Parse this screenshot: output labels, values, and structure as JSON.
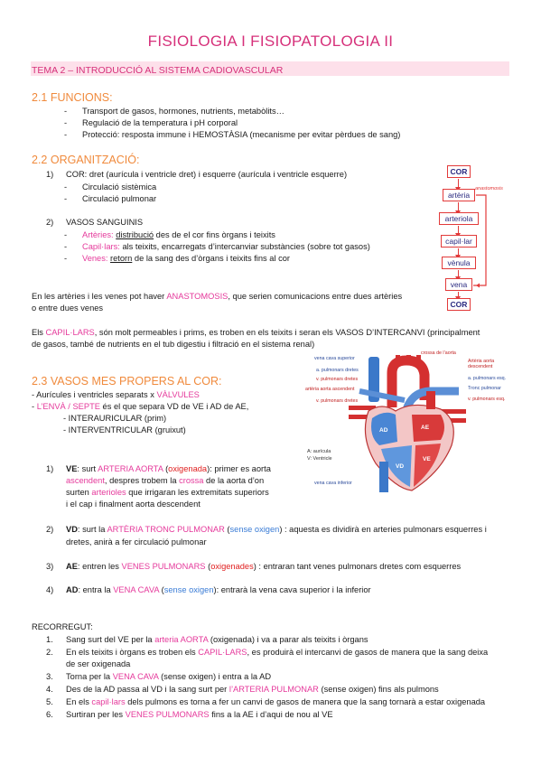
{
  "title": "FISIOLOGIA I FISIOPATOLOGIA II",
  "tema": "TEMA 2 – INTRODUCCIÓ AL SISTEMA CADIOVASCULAR",
  "s21": {
    "heading": "2.1 FUNCIONS:",
    "items": [
      "Transport de gasos, hormones, nutrients, metabòlits…",
      "Regulació de la temperatura i pH corporal",
      "Protecció: resposta immune i HEMOSTÀSIA (mecanisme per evitar pèrdues de sang)"
    ]
  },
  "s22": {
    "heading": "2.2 ORGANITZACIÓ:",
    "cor": {
      "num": "1)",
      "text": "COR: dret (aurícula i ventricle dret) i esquerre (aurícula i ventricle esquerre)",
      "sub": [
        "Circulació sistèmica",
        "Circulació pulmonar"
      ]
    },
    "vasos": {
      "num": "2)",
      "text": "VASOS SANGUINIS",
      "arteries": {
        "label": "Artèries:",
        "u": "distribució",
        "rest": " des de el cor fins òrgans i teixits"
      },
      "capil": {
        "label": "Capil·lars:",
        "rest": " als teixits, encarregats d’intercanviar substàncies (sobre tot gasos)"
      },
      "venes": {
        "label": "Venes:",
        "u": "retorn",
        "rest": " de la sang des d’òrgans i teixits fins al cor"
      }
    },
    "anast": {
      "a": "En les artèries i les venes pot haver ",
      "b": "ANASTOMOSIS",
      "c": ", que serien comunicacions entre dues artèries",
      "d": "o entre dues venes"
    },
    "capil_para": {
      "a": "Els ",
      "b": "CAPIL·LARS",
      "c": ", són molt permeables i prims, es troben en els teixits i seran els VASOS D’INTERCANVI (principalment",
      "d": "de gasos, també de nutrients en el tub digestiu i filtració en el sistema renal)"
    },
    "flow": {
      "boxes": [
        "COR",
        "artèria",
        "arteriola",
        "capil·lar",
        "vènula",
        "vena",
        "COR"
      ],
      "side": "anastomosis"
    }
  },
  "s23": {
    "heading": "2.3 VASOS MES PROPERS AL COR:",
    "l1": {
      "a": "- Aurícules i ventricles separats x ",
      "b": "VÀLVULES"
    },
    "l2": {
      "a": "- ",
      "b": "L’ENVÀ / SEPTE",
      "c": " és el que separa VD de VE i AD de AE,"
    },
    "l3": "- INTERAURICULAR (prim)",
    "l4": "- INTERVENTRICULAR (gruixut)",
    "ve": {
      "num": "1)",
      "b": "VE",
      "a": ": surt ",
      "c": "ARTERIA AORTA",
      "d": " (",
      "e": "oxigenada",
      "f": "): primer es aorta",
      "g": "ascendent",
      "h": ", despres trobem la ",
      "i": "crossa",
      "j": " de la aorta d’on",
      "k": "surten ",
      "l": "arterioles",
      "m": " que irrigaran les extremitats superiors",
      "n": "i el cap i finalment aorta descendent"
    },
    "vd": {
      "num": "2)",
      "b": "VD",
      "a": ": surt la ",
      "c": "ARTÈRIA TRONC PULMONAR",
      "d": " (",
      "e": "sense oxigen",
      "f": ") : aquesta es dividirà en arteries pulmonars esquerres i",
      "g": "dretes, anirà a fer circulació pulmonar"
    },
    "ae": {
      "num": "3)",
      "b": "AE",
      "a": ": entren les ",
      "c": "VENES PULMONARS",
      "d": " (",
      "e": "oxigenades",
      "f": ") : entraran tant venes pulmonars dretes com esquerres"
    },
    "ad": {
      "num": "4)",
      "b": "AD",
      "a": ": entra la ",
      "c": "VENA CAVA",
      "d": " (",
      "e": "sense oxigen",
      "f": "): entrarà la vena cava superior i la inferior"
    }
  },
  "heart": {
    "left": [
      "vena cava superior",
      "a. pulmonars dretes",
      "v. pulmonars dretes",
      "artèria aorta ascendent",
      "v. pulmonars dretes"
    ],
    "right": [
      "crossa de l’aorta",
      "Artèria aorta descendent",
      "a. pulmonars esq.",
      "Tronc pulmonar",
      "v. pulmonars esq."
    ],
    "legend": [
      "A: aurícula",
      "V: Ventricle"
    ],
    "bottom": "vena cava inferior",
    "chambers": [
      "AD",
      "AE",
      "VD",
      "VE"
    ]
  },
  "recorregut": {
    "heading": "RECORREGUT:",
    "items": [
      {
        "a": "Sang surt del VE per la ",
        "b": "arteria AORTA",
        "c": " (oxigenada) i va a parar als teixits i òrgans"
      },
      {
        "a": "En els teixits i òrgans es troben els ",
        "b": "CAPIL·LARS",
        "c": ", es produirà el intercanvi de gasos de manera que la sang deixa",
        "d": "de ser oxigenada"
      },
      {
        "a": "Torna per la ",
        "b": "VENA CAVA",
        "c": " (sense oxigen) i entra a la AD"
      },
      {
        "a": "Des de la AD passa al VD i la sang surt per ",
        "b": "l’ARTERIA PULMONAR",
        "c": " (sense oxigen) fins als pulmons"
      },
      {
        "a": "En els ",
        "b": "capil·lars",
        "c": " dels pulmons es torna a fer un canvi de gasos de manera que la sang tornarà a estar oxigenada"
      },
      {
        "a": "Surtiran per les ",
        "b": "VENES PULMONARS",
        "c": " fins a la AE i d’aqui de nou al VE"
      }
    ]
  }
}
